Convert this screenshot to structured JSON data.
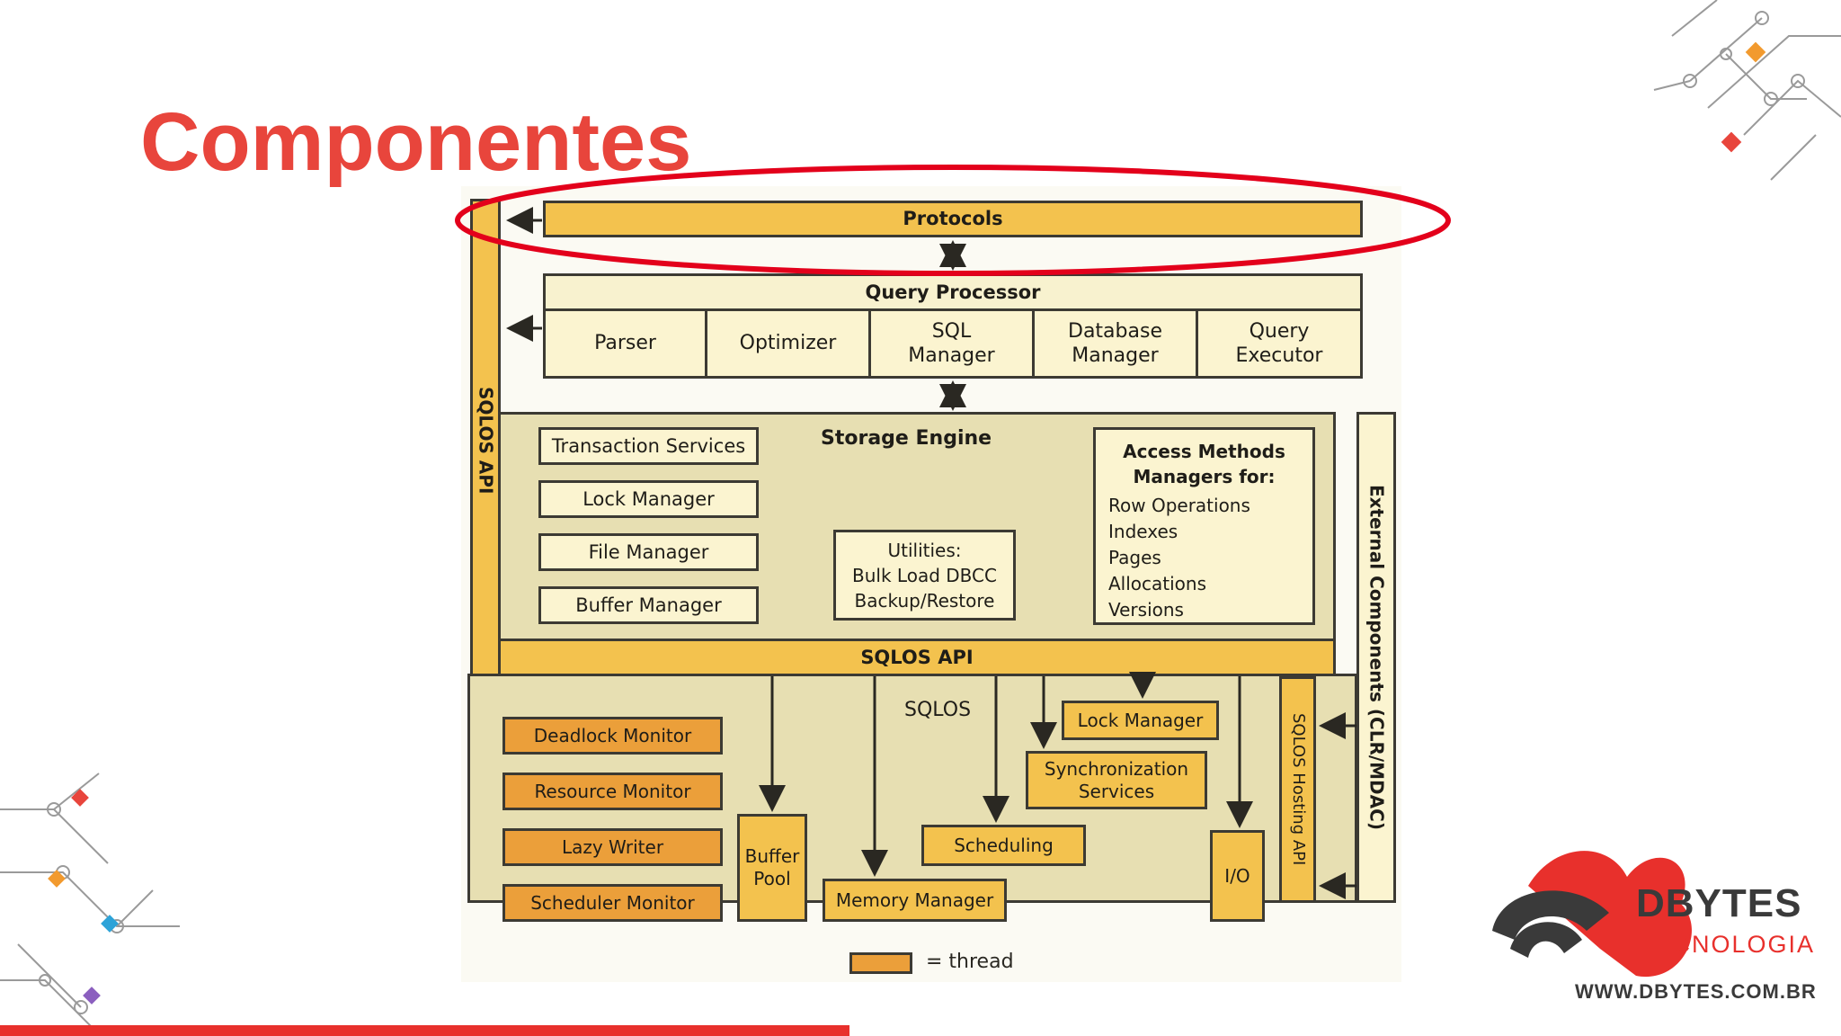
{
  "slide": {
    "title": "Componentes"
  },
  "diagram": {
    "protocols": "Protocols",
    "query_processor": {
      "title": "Query Processor",
      "parts": [
        "Parser",
        "Optimizer",
        "SQL\nManager",
        "Database\nManager",
        "Query\nExecutor"
      ]
    },
    "storage_engine": {
      "title": "Storage Engine",
      "services": [
        "Transaction Services",
        "Lock Manager",
        "File Manager",
        "Buffer Manager"
      ],
      "utilities": "Utilities:\nBulk Load DBCC\nBackup/Restore",
      "access_methods_title": "Access Methods\nManagers for:",
      "access_methods_items": "Row Operations\nIndexes\nPages\nAllocations\nVersions"
    },
    "sqlos_api_left": "SQLOS API",
    "sqlos_api_bar": "SQLOS API",
    "sqlos": {
      "title": "SQLOS",
      "monitors": [
        "Deadlock Monitor",
        "Resource Monitor",
        "Lazy Writer",
        "Scheduler Monitor"
      ],
      "buffer_pool": "Buffer\nPool",
      "memory_manager": "Memory Manager",
      "lock_manager": "Lock Manager",
      "sync_services": "Synchronization\nServices",
      "scheduling": "Scheduling",
      "io": "I/O",
      "hosting_api": "SQLOS Hosting API"
    },
    "external_components": "External Components (CLR/MDAC)",
    "legend": "= thread"
  },
  "brand": {
    "name": "DBYTES",
    "subtitle": "TECNOLOGIA",
    "url": "WWW.DBYTES.COM.BR"
  },
  "colors": {
    "title": "#e8453c",
    "highlight_ellipse": "#e3001b",
    "thread": "#eb9f3a",
    "bar": "#f3c24e"
  }
}
